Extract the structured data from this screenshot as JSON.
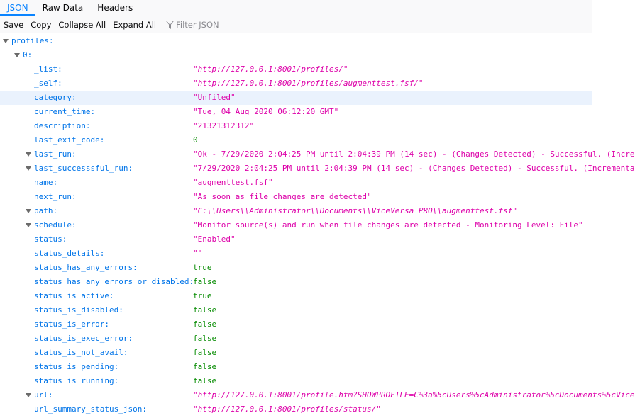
{
  "tabs": {
    "json": "JSON",
    "raw": "Raw Data",
    "headers": "Headers"
  },
  "toolbar": {
    "save": "Save",
    "copy": "Copy",
    "collapse_all": "Collapse All",
    "expand_all": "Expand All",
    "filter_placeholder": "Filter JSON"
  },
  "tree": {
    "root_key": "profiles:",
    "index_key": "0:",
    "rows": [
      {
        "key": "_list:",
        "value": "\"http://127.0.0.1:8001/profiles/\""
      },
      {
        "key": "_self:",
        "value": "\"http://127.0.0.1:8001/profiles/augmenttest.fsf/\""
      },
      {
        "key": "category:",
        "value": "\"Unfiled\""
      },
      {
        "key": "current_time:",
        "value": "\"Tue, 04 Aug 2020 06:12:20 GMT\""
      },
      {
        "key": "description:",
        "value": "\"21321312312\""
      },
      {
        "key": "last_exit_code:",
        "value": "0"
      },
      {
        "key": "last_run:",
        "value": "\"Ok - 7/29/2020 2:04:25 PM until 2:04:39 PM (14 sec) - (Changes Detected) - Successful. (Incre"
      },
      {
        "key": "last_successsful_run:",
        "value": "\"7/29/2020 2:04:25 PM until 2:04:39 PM (14 sec) - (Changes Detected) - Successful. (Incrementa"
      },
      {
        "key": "name:",
        "value": "\"augmenttest.fsf\""
      },
      {
        "key": "next_run:",
        "value": "\"As soon as file changes are detected\""
      },
      {
        "key": "path:",
        "value": "\"C:\\\\Users\\\\Administrator\\\\Documents\\\\ViceVersa PRO\\\\augmenttest.fsf\""
      },
      {
        "key": "schedule:",
        "value": "\"Monitor source(s) and run when file changes are detected - Monitoring Level: File\""
      },
      {
        "key": "status:",
        "value": "\"Enabled\""
      },
      {
        "key": "status_details:",
        "value": "\"\""
      },
      {
        "key": "status_has_any_errors:",
        "value": "true"
      },
      {
        "key": "status_has_any_errors_or_disabled:",
        "value": "false"
      },
      {
        "key": "status_is_active:",
        "value": "true"
      },
      {
        "key": "status_is_disabled:",
        "value": "false"
      },
      {
        "key": "status_is_error:",
        "value": "false"
      },
      {
        "key": "status_is_exec_error:",
        "value": "false"
      },
      {
        "key": "status_is_not_avail:",
        "value": "false"
      },
      {
        "key": "status_is_pending:",
        "value": "false"
      },
      {
        "key": "status_is_running:",
        "value": "false"
      },
      {
        "key": "url:",
        "value": "\"http://127.0.0.1:8001/profile.htm?SHOWPROFILE=C%3a%5cUsers%5cAdministrator%5cDocuments%5cVice"
      },
      {
        "key": "url_summary_status_json:",
        "value": "\"http://127.0.0.1:8001/profiles/status/\""
      }
    ]
  }
}
